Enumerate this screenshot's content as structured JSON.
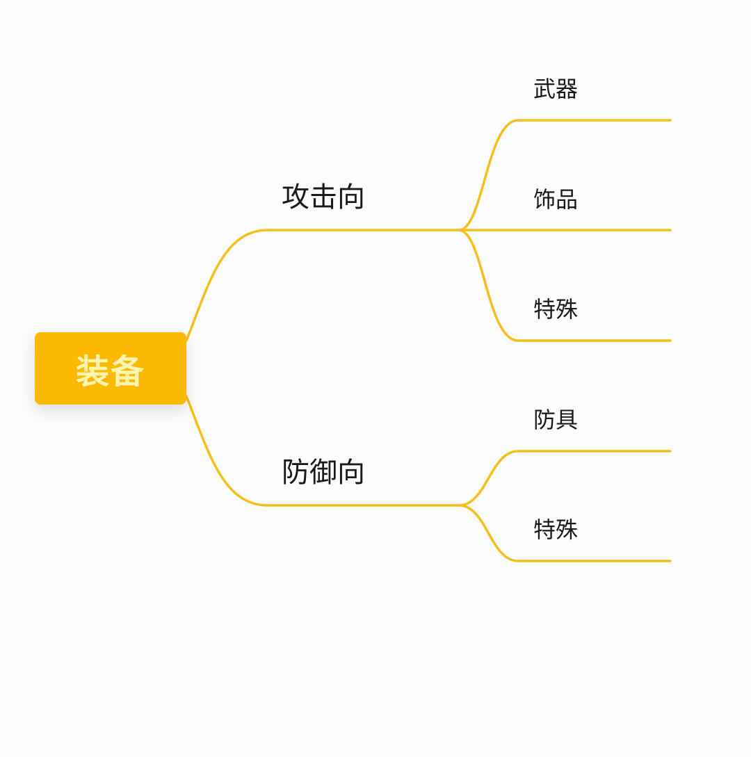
{
  "colors": {
    "accent": "#fbba00",
    "line": "#f7be1c",
    "root_text": "#fff3b0",
    "label_text": "#1a1a1a",
    "background": "#fcfcfc"
  },
  "mindmap": {
    "root": {
      "label": "装备"
    },
    "branches": [
      {
        "label": "攻击向",
        "children": [
          {
            "label": "武器"
          },
          {
            "label": "饰品"
          },
          {
            "label": "特殊"
          }
        ]
      },
      {
        "label": "防御向",
        "children": [
          {
            "label": "防具"
          },
          {
            "label": "特殊"
          }
        ]
      }
    ]
  }
}
